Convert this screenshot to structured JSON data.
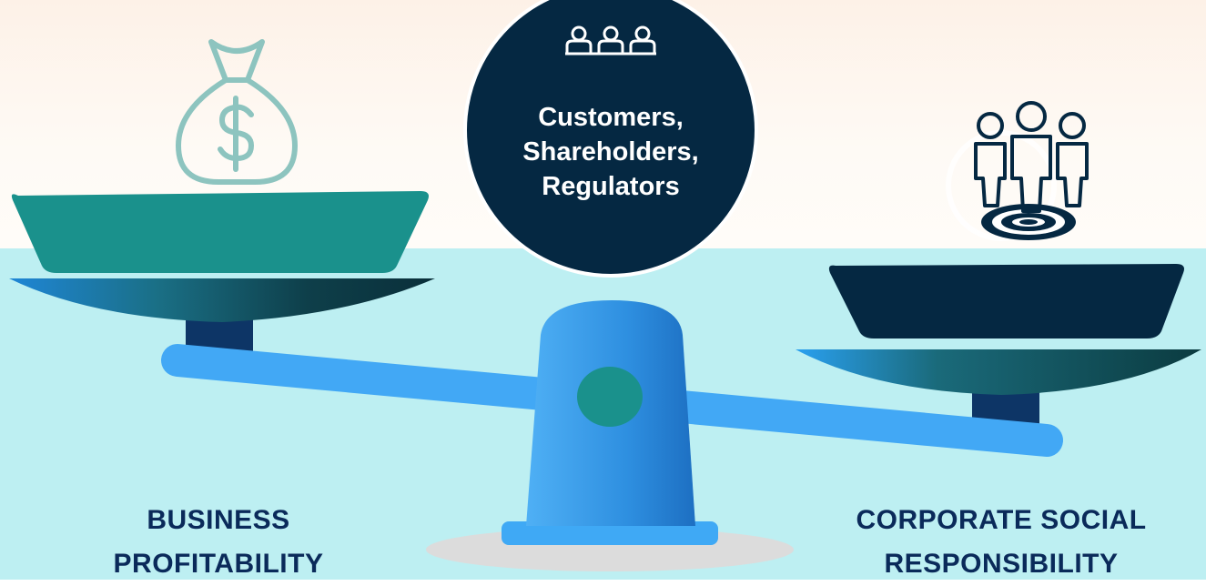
{
  "center": {
    "lines": [
      "Customers,",
      "Shareholders,",
      "Regulators"
    ],
    "icon": "group-of-people-icon"
  },
  "left": {
    "label_lines": [
      "BUSINESS",
      "PROFITABILITY"
    ],
    "icon": "money-bag-icon"
  },
  "right": {
    "label_lines": [
      "CORPORATE SOCIAL",
      "RESPONSIBILITY"
    ],
    "icon": "people-target-icon"
  },
  "colors": {
    "navy": "#0a2a5a",
    "teal": "#1a918c",
    "dark_pan": "#052842",
    "blue": "#3fa9f5",
    "background_bottom": "#bdeff2"
  }
}
